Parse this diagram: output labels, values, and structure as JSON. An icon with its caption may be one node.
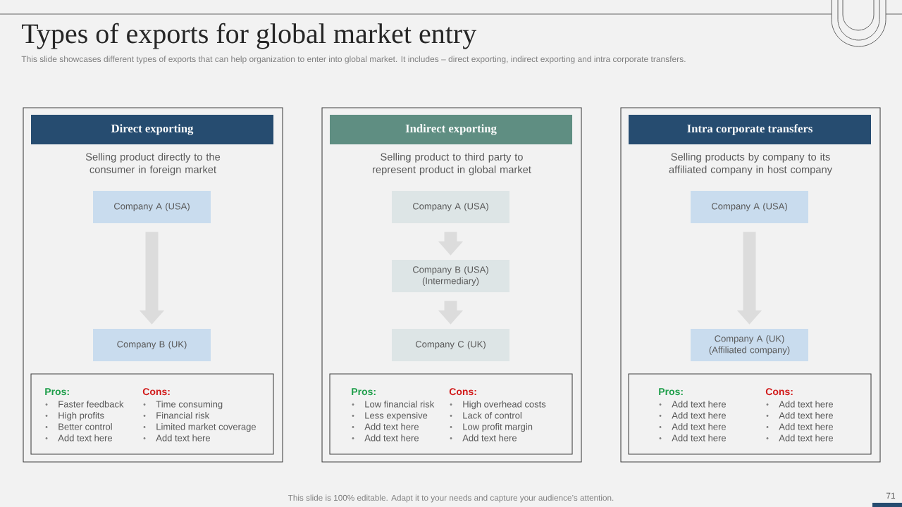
{
  "diagram": {
    "title": "Types of exports for global market entry",
    "nodes": [
      {
        "text": [
          "Selling product directly to the consumer in foreign market"
        ]
      },
      {
        "text": [
          "Direct exporting"
        ],
        "in": 0
      },
      {
        "text": [
          "Company A (USA)"
        ],
        "in": 0
      },
      {
        "text": [
          "Company B (UK)"
        ],
        "in": 0
      },
      {
        "text": [
          "Pros:",
          "Faster feedback",
          "High profits",
          "Better control",
          "Add text here",
          "Cons:",
          "Time consuming",
          "Financial risk",
          "Limited market coverage",
          "Add text here"
        ],
        "in": 0
      },
      {
        "text": [
          "Selling product to third party to represent product in global market"
        ]
      },
      {
        "text": [
          "Indirect exporting"
        ],
        "in": 5
      },
      {
        "text": [
          "Company A (USA)"
        ],
        "in": 5
      },
      {
        "text": [
          "Company B (USA) (Intermediary)"
        ],
        "in": 5
      },
      {
        "text": [
          "Company C (UK)"
        ],
        "in": 5
      },
      {
        "text": [
          "Pros:",
          "Low financial risk",
          "Less expensive",
          "Add text here",
          "Add text here",
          "Cons:",
          "High overhead costs",
          "Lack of control",
          "Low profit margin",
          "Add text here"
        ],
        "in": 5
      },
      {
        "text": [
          "Selling products by company to its affiliated company in host company"
        ]
      },
      {
        "text": [
          "Intra corporate transfers"
        ],
        "in": 11
      },
      {
        "text": [
          "Company A (USA)"
        ],
        "in": 11
      },
      {
        "text": [
          "Company A (UK) (Affiliated company)"
        ],
        "in": 11
      },
      {
        "text": [
          "Pros:",
          "Add text here",
          "Add text here",
          "Add text here",
          "Add text here",
          "Cons:",
          "Add text here",
          "Add text here",
          "Add text here",
          "Add text here"
        ],
        "in": 11
      }
    ],
    "edges": [
      {
        "from": 2,
        "to": 3,
        "arrow": "to"
      },
      {
        "from": 7,
        "to": 8,
        "arrow": "to"
      },
      {
        "from": 8,
        "to": 9,
        "arrow": "to"
      },
      {
        "from": 13,
        "to": 14,
        "arrow": "to"
      }
    ],
    "labels": [
      "This slide showcases different types of exports that can help organization to enter into global market. It includes – direct exporting, indirect exporting and intra corporate transfers.",
      "This slide is 100% editable. Adapt it to your needs and capture your audience’s attention.",
      "71"
    ]
  }
}
